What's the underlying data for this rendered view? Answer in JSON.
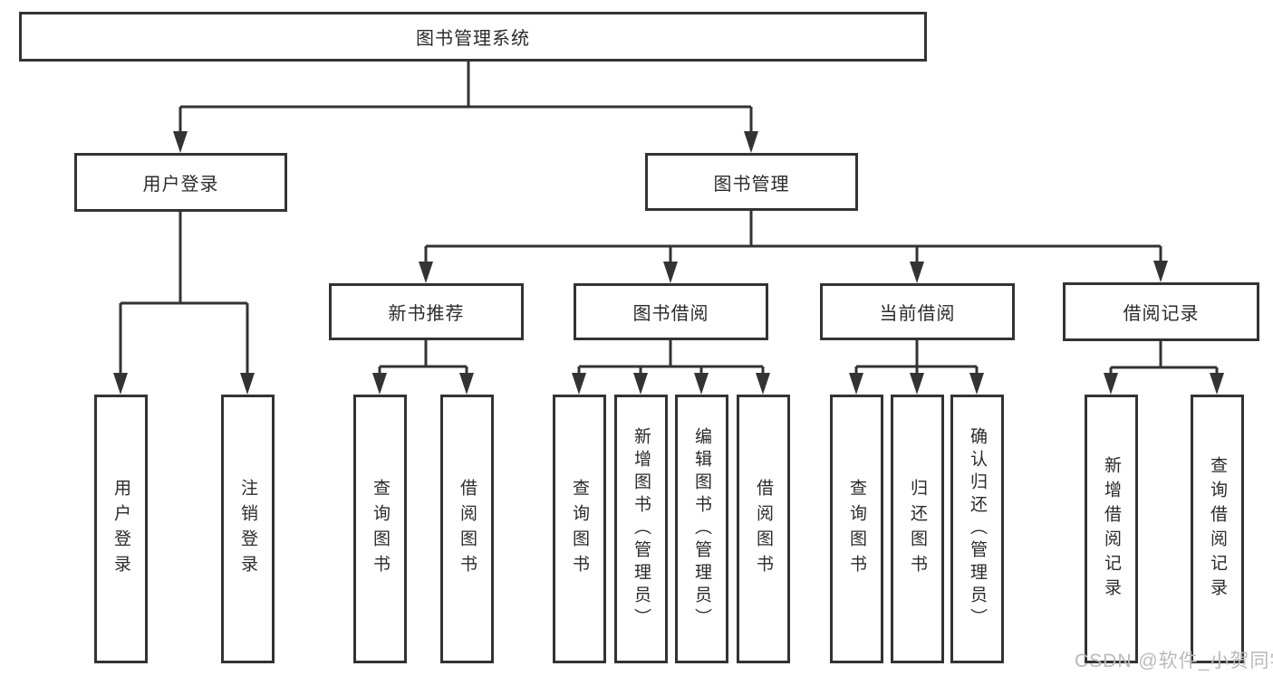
{
  "diagram": {
    "title_node": "图书管理系统",
    "level2": {
      "user_login": "用户登录",
      "book_mgmt": "图书管理"
    },
    "level3": {
      "new_book_rec": "新书推荐",
      "book_borrow": "图书借阅",
      "current_borrow": "当前借阅",
      "borrow_record": "借阅记录"
    },
    "leaves": {
      "login_user_login": "用户登录",
      "login_logout": "注销登录",
      "rec_query_book": "查询图书",
      "rec_borrow_book": "借阅图书",
      "bb_query_book": "查询图书",
      "bb_add_book": "新增图书（管理员）",
      "bb_edit_book": "编辑图书（管理员）",
      "bb_borrow_book": "借阅图书",
      "cb_query_book": "查询图书",
      "cb_return_book": "归还图书",
      "cb_confirm_return": "确认归还（管理员）",
      "br_add_record": "新增借阅记录",
      "br_query_record": "查询借阅记录"
    }
  },
  "watermark": "CSDN @软件_小贺同学",
  "colors": {
    "line": "#333333",
    "text": "#2b2b2b",
    "watermark": "#b9b9b9",
    "background": "#ffffff"
  }
}
